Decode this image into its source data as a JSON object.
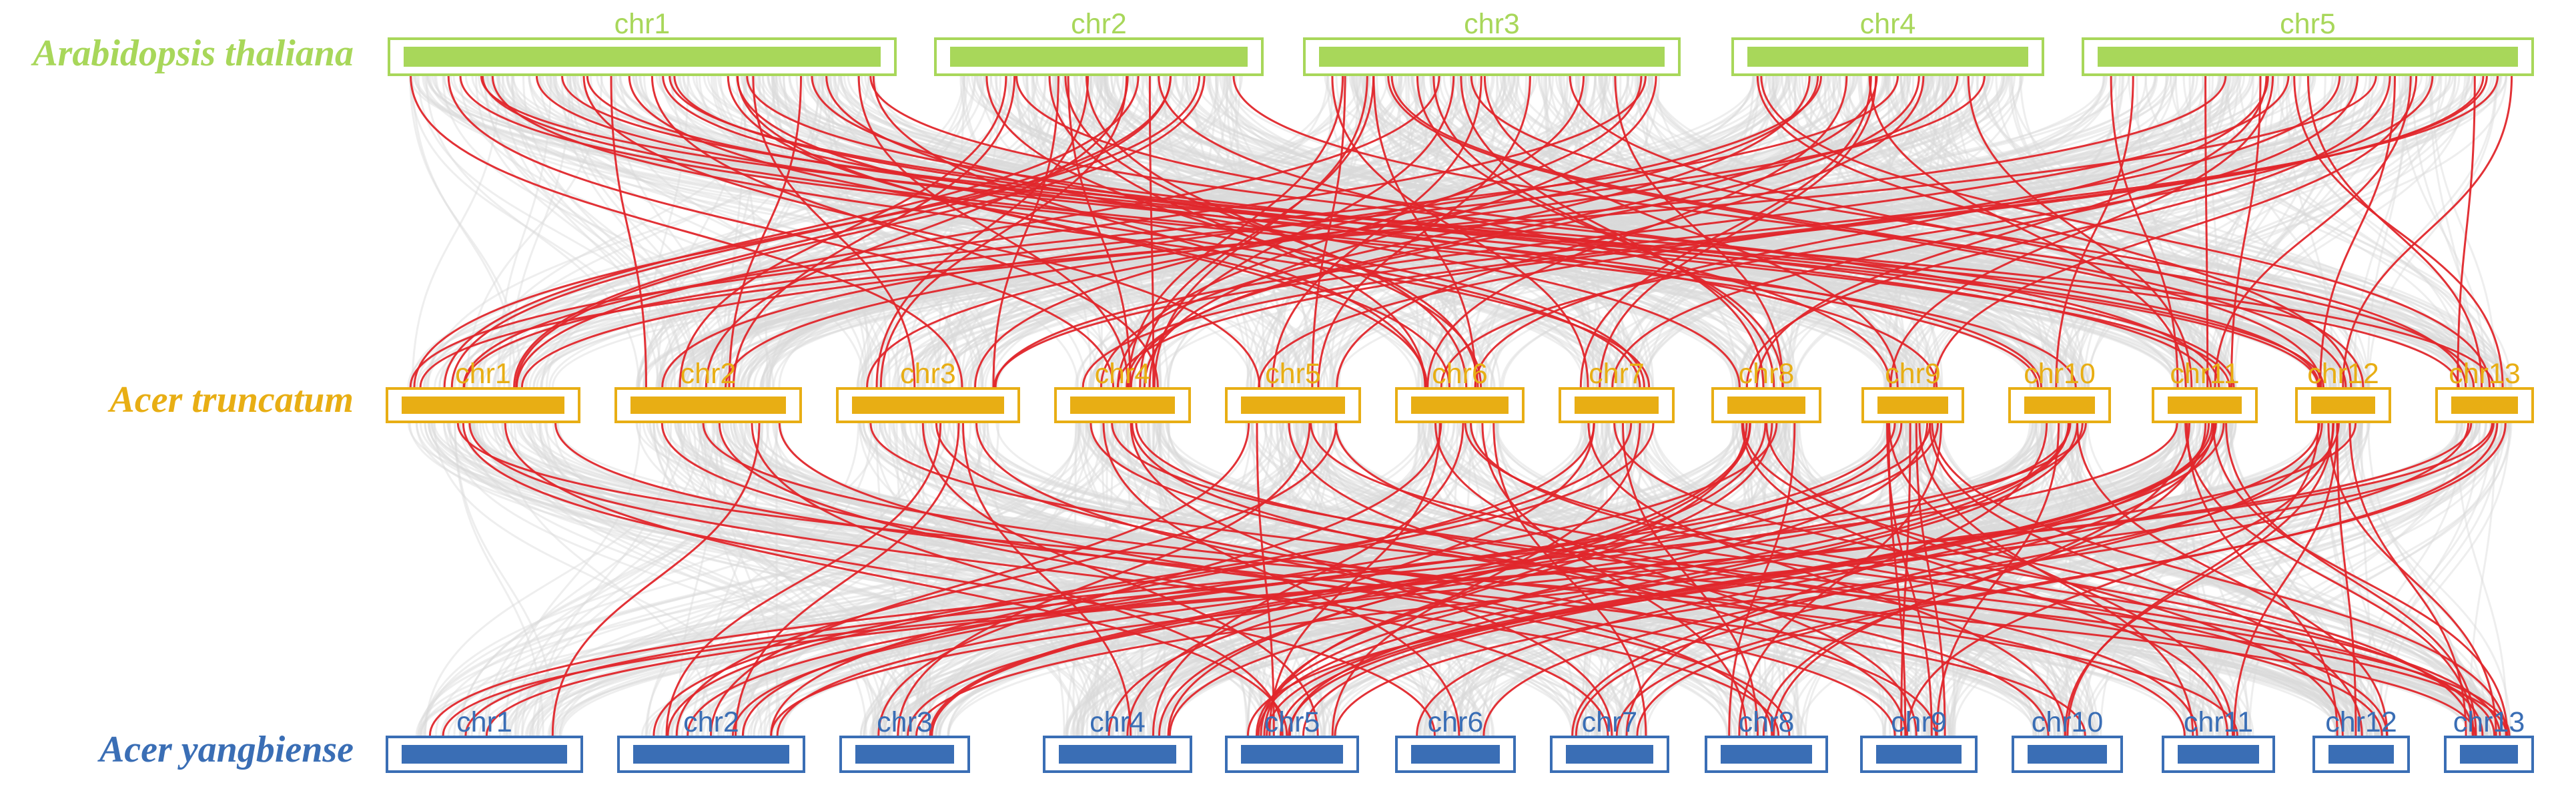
{
  "colors": {
    "background": "#ffffff",
    "highlight_link": "#e0262b",
    "background_link": "#d9d9d9"
  },
  "tracks": [
    {
      "key": "at",
      "species": "Arabidopsis thaliana",
      "color": "#a8d75a",
      "chromosomes": [
        "chr1",
        "chr2",
        "chr3",
        "chr4",
        "chr5"
      ]
    },
    {
      "key": "atr",
      "species": "Acer truncatum",
      "color": "#e8ae14",
      "chromosomes": [
        "chr1",
        "chr2",
        "chr3",
        "chr4",
        "chr5",
        "chr6",
        "chr7",
        "chr8",
        "chr9",
        "chr10",
        "chr11",
        "chr12",
        "chr13"
      ]
    },
    {
      "key": "ay",
      "species": "Acer yangbiense",
      "color": "#3a6eb5",
      "chromosomes": [
        "chr1",
        "chr2",
        "chr3",
        "chr4",
        "chr5",
        "chr6",
        "chr7",
        "chr8",
        "chr9",
        "chr10",
        "chr11",
        "chr12",
        "chr13"
      ]
    }
  ]
}
